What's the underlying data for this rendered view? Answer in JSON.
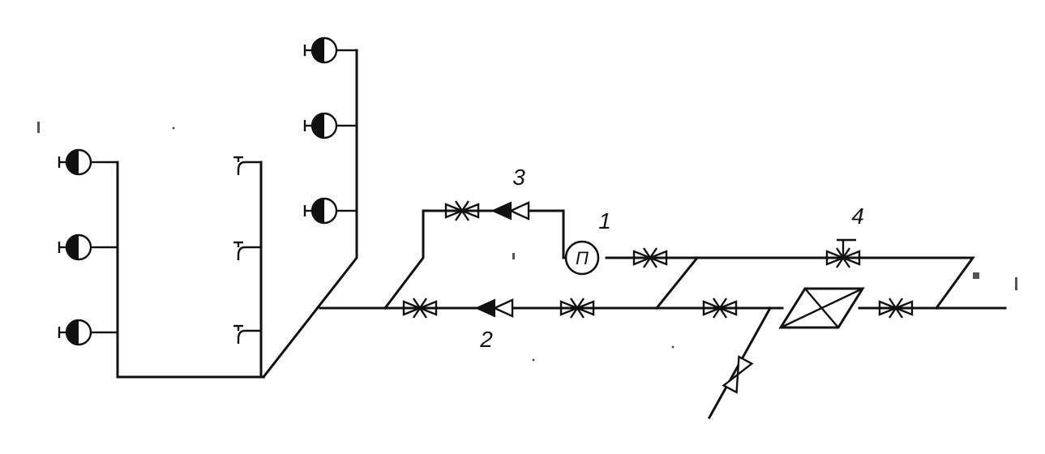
{
  "diagram": {
    "labels": {
      "meter": "1",
      "main_line_check_valve": "2",
      "bypass_check_valve": "3",
      "fire_bypass_valve": "4"
    },
    "meter_symbol": "П"
  },
  "icons": {
    "fixture": "washbasin-mixer-icon",
    "tap": "wall-tap-icon",
    "gate_valve": "gate-valve-icon",
    "check_valve": "check-valve-icon",
    "water_meter": "water-meter-icon",
    "strainer": "strainer-icon"
  }
}
